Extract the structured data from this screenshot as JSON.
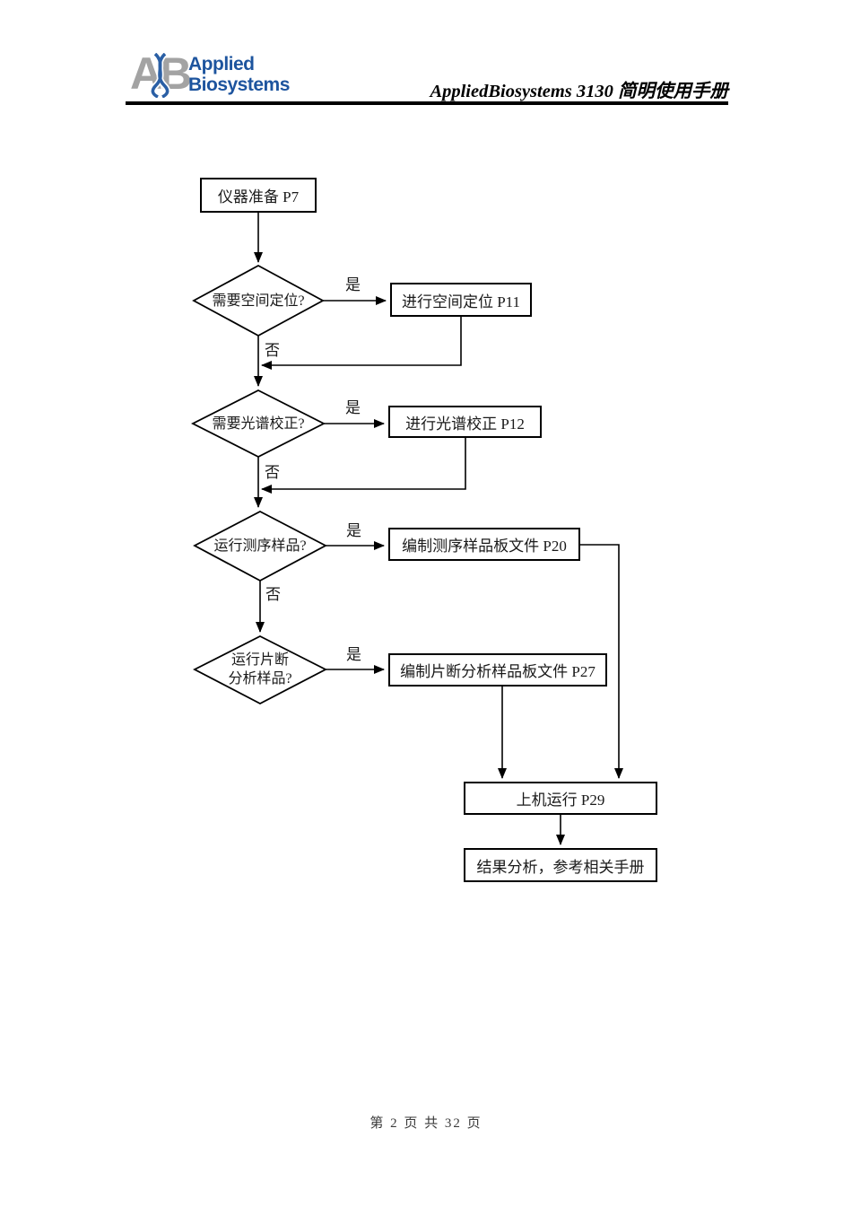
{
  "header": {
    "logo": {
      "mark_a": "A",
      "mark_b": "B",
      "name_line1": "Applied",
      "name_line2": "Biosystems",
      "brand_blue": "#1d549e",
      "mark_grey": "#a3a3a3"
    },
    "title": "AppliedBiosystems 3130 简明使用手册"
  },
  "flowchart": {
    "nodes": {
      "prep": "仪器准备 P7",
      "q_spatial": "需要空间定位?",
      "do_spatial": "进行空间定位 P11",
      "q_spectral": "需要光谱校正?",
      "do_spectral": "进行光谱校正 P12",
      "q_seq": "运行测序样品?",
      "make_seq_plate": "编制测序样品板文件 P20",
      "q_frag_line1": "运行片断",
      "q_frag_line2": "分析样品?",
      "make_frag_plate": "编制片断分析样品板文件 P27",
      "run": "上机运行 P29",
      "result": "结果分析，参考相关手册"
    },
    "edge_labels": {
      "yes": "是",
      "no": "否"
    },
    "line_color": "#000000"
  },
  "footer": {
    "page_number": "第 2 页 共 32 页"
  }
}
